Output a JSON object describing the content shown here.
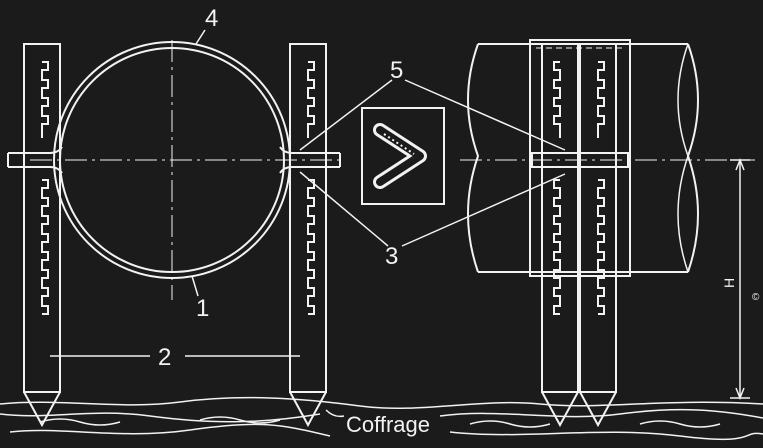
{
  "labels": {
    "part_1": "1",
    "part_2": "2",
    "part_3": "3",
    "part_4": "4",
    "part_5": "5",
    "height": "H",
    "ground": "Coffrage",
    "corner_mark": "©"
  },
  "colors": {
    "background": "#1b1b1b",
    "line": "#f2f2f2"
  }
}
